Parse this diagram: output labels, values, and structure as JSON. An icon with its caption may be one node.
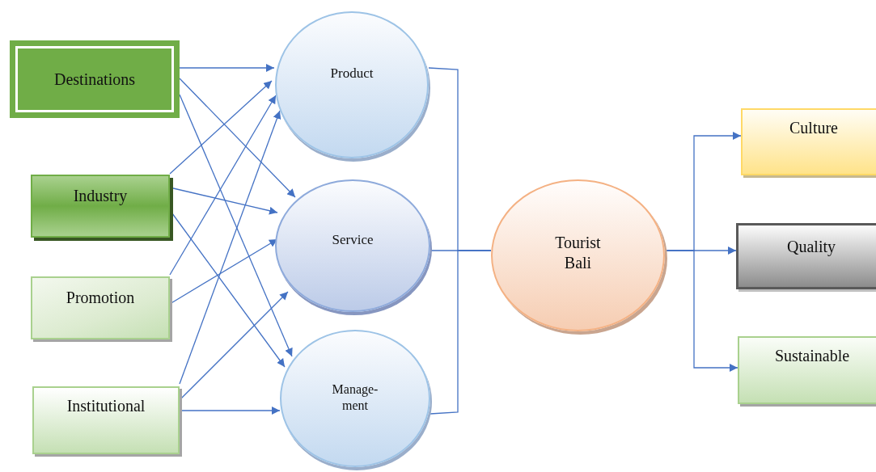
{
  "diagram": {
    "nodes": [
      {
        "text": [
          "Destinations"
        ]
      },
      {
        "text": [
          "Industry"
        ]
      },
      {
        "text": [
          "Promotion"
        ]
      },
      {
        "text": [
          "Institutional"
        ]
      },
      {
        "text": [
          "Product"
        ]
      },
      {
        "text": [
          "Service"
        ]
      },
      {
        "text": [
          "Manage- ment"
        ]
      },
      {
        "text": [
          "Tourist Bali"
        ]
      },
      {
        "text": [
          "Culture"
        ]
      },
      {
        "text": [
          "Quality"
        ]
      },
      {
        "text": [
          "Sustainable"
        ]
      }
    ],
    "edges": [
      {
        "from": 0,
        "to": 4,
        "arrow": "to"
      },
      {
        "from": 0,
        "to": 5,
        "arrow": "to"
      },
      {
        "from": 0,
        "to": 6,
        "arrow": "to"
      },
      {
        "from": 1,
        "to": 4,
        "arrow": "to"
      },
      {
        "from": 1,
        "to": 5,
        "arrow": "to"
      },
      {
        "from": 1,
        "to": 6,
        "arrow": "to"
      },
      {
        "from": 2,
        "to": 4,
        "arrow": "to"
      },
      {
        "from": 2,
        "to": 5,
        "arrow": "to"
      },
      {
        "from": 3,
        "to": 4,
        "arrow": "to"
      },
      {
        "from": 3,
        "to": 5,
        "arrow": "to"
      },
      {
        "from": 3,
        "to": 6,
        "arrow": "to"
      },
      {
        "from": 4,
        "to": 7,
        "arrow": "none"
      },
      {
        "from": 5,
        "to": 7,
        "arrow": "none"
      },
      {
        "from": 6,
        "to": 7,
        "arrow": "none"
      },
      {
        "from": 7,
        "to": 8,
        "arrow": "to"
      },
      {
        "from": 7,
        "to": 9,
        "arrow": "to"
      },
      {
        "from": 7,
        "to": 10,
        "arrow": "to"
      }
    ]
  }
}
